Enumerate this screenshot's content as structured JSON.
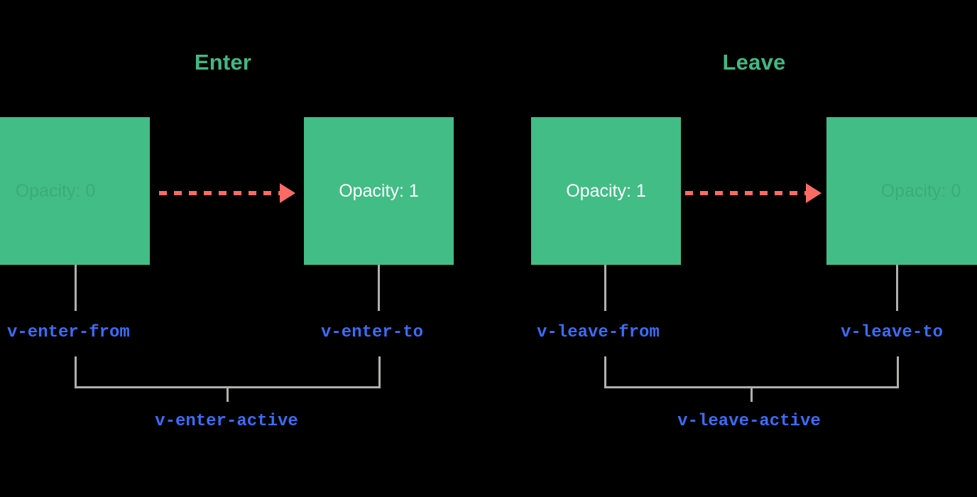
{
  "diagram": {
    "title": "Vue transition classes",
    "background_color": "#000000",
    "accent_green": "#42b883",
    "box_green": "#42bd85",
    "arrow_color": "#fa6b66",
    "class_label_color": "#3b6cf6",
    "connector_color": "#b0b0ae"
  },
  "sections": {
    "enter": {
      "title": "Enter",
      "from_box": {
        "label": "Opacity: 0",
        "state": "faded",
        "class_name": "v-enter-from"
      },
      "to_box": {
        "label": "Opacity: 1",
        "state": "visible",
        "class_name": "v-enter-to"
      },
      "active_class": "v-enter-active",
      "arrow": "dashed-arrow-right"
    },
    "leave": {
      "title": "Leave",
      "from_box": {
        "label": "Opacity: 1",
        "state": "visible",
        "class_name": "v-leave-from"
      },
      "to_box": {
        "label": "Opacity: 0",
        "state": "faded",
        "class_name": "v-leave-to"
      },
      "active_class": "v-leave-active",
      "arrow": "dashed-arrow-right"
    }
  }
}
